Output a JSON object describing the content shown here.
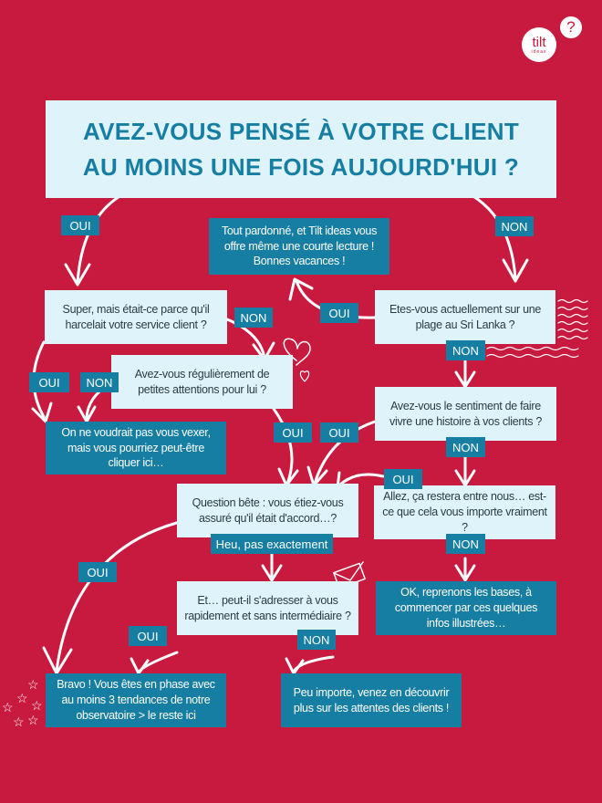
{
  "brand": {
    "logo_text": "tilt",
    "logo_subtext": "ideas",
    "question_mark": "?"
  },
  "colors": {
    "background": "#c8193e",
    "light_box": "#dff3fa",
    "dark_box": "#177ea3"
  },
  "title": {
    "line1": "AVEZ-VOUS PENSÉ À VOTRE CLIENT",
    "line2": "AU MOINS UNE FOIS AUJOURD'HUI ?"
  },
  "boxes": {
    "tout_pardonne": "Tout pardonné, et Tilt ideas vous offre même une courte lecture ! Bonnes vacances !",
    "super": "Super, mais était-ce parce qu'il harcelait votre service client ?",
    "sri_lanka": "Etes-vous actuellement sur une plage au Sri Lanka ?",
    "attentions": "Avez-vous régulièrement de petites attentions pour lui ?",
    "vexer": "On ne voudrait pas vous vexer, mais vous pourriez peut-être cliquer ici…",
    "histoire": "Avez-vous le sentiment de faire vivre une histoire à vos clients ?",
    "question_bete": "Question bête : vous étiez-vous assuré qu'il était d'accord…?",
    "allez": "Allez, ça restera entre nous… est-ce que cela vous importe vraiment ?",
    "adresser": "Et… peut-il s'adresser à vous rapidement et sans intermédiaire ?",
    "ok_bases": "OK, reprenons les bases, à commencer par ces quelques infos illustrées…",
    "bravo": "Bravo ! Vous êtes en phase avec au moins 3 tendances de notre observatoire > le reste ici",
    "peu_importe": "Peu importe, venez en découvrir plus sur les attentes des clients !"
  },
  "labels": {
    "oui": "OUI",
    "non": "NON",
    "heu": "Heu, pas exactement"
  }
}
